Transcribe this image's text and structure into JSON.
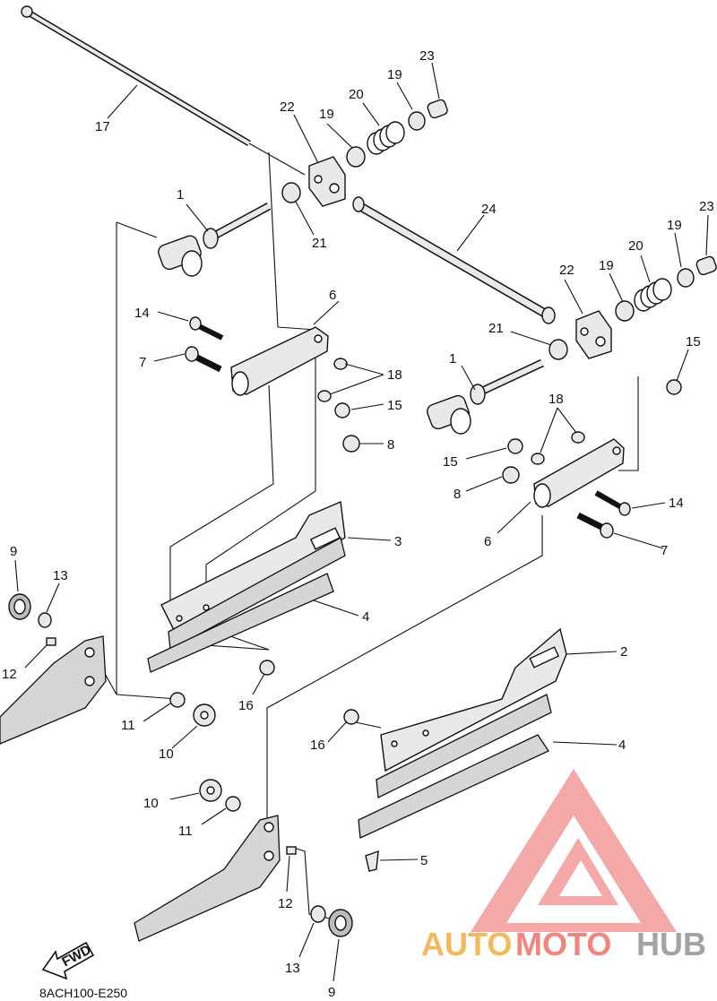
{
  "diagram": {
    "part_code": "8ACH100-E250",
    "fwd_label": "FWD",
    "callouts": {
      "c1a": "1",
      "c1b": "1",
      "c2": "2",
      "c3": "3",
      "c4a": "4",
      "c4b": "4",
      "c5": "5",
      "c6a": "6",
      "c6b": "6",
      "c7a": "7",
      "c7b": "7",
      "c8a": "8",
      "c8b": "8",
      "c9a": "9",
      "c9b": "9",
      "c10a": "10",
      "c10b": "10",
      "c11a": "11",
      "c11b": "11",
      "c12a": "12",
      "c12b": "12",
      "c13a": "13",
      "c13b": "13",
      "c14a": "14",
      "c14b": "14",
      "c15a": "15",
      "c15b": "15",
      "c15c": "15",
      "c16a": "16",
      "c16b": "16",
      "c17": "17",
      "c18a": "18",
      "c18b": "18",
      "c19a": "19",
      "c19b": "19",
      "c19c": "19",
      "c19d": "19",
      "c20a": "20",
      "c20b": "20",
      "c21a": "21",
      "c21b": "21",
      "c22a": "22",
      "c22b": "22",
      "c23a": "23",
      "c23b": "23",
      "c24": "24"
    }
  },
  "watermark": {
    "part1": "AUTO",
    "part2": "MOTO",
    "part3": "HUB",
    "colors": {
      "triangle": "#f28b8b",
      "auto": "#f3b24a",
      "moto": "#f07b6e",
      "hub": "#9a9a9a"
    }
  }
}
